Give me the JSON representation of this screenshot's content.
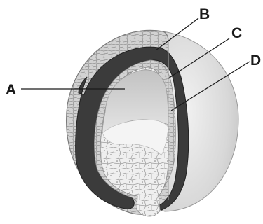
{
  "diagram": {
    "labels": {
      "a": "A",
      "b": "B",
      "c": "C",
      "d": "D"
    }
  },
  "colors": {
    "outer_cell_layer": "#c9c9c9",
    "dark_layer": "#3d3d3d",
    "inner_cell_mass": "#ececec",
    "cavity": "#cfcfcf",
    "shell_side": "#dcdcdc",
    "cell_lines": "#8a8a8a"
  }
}
